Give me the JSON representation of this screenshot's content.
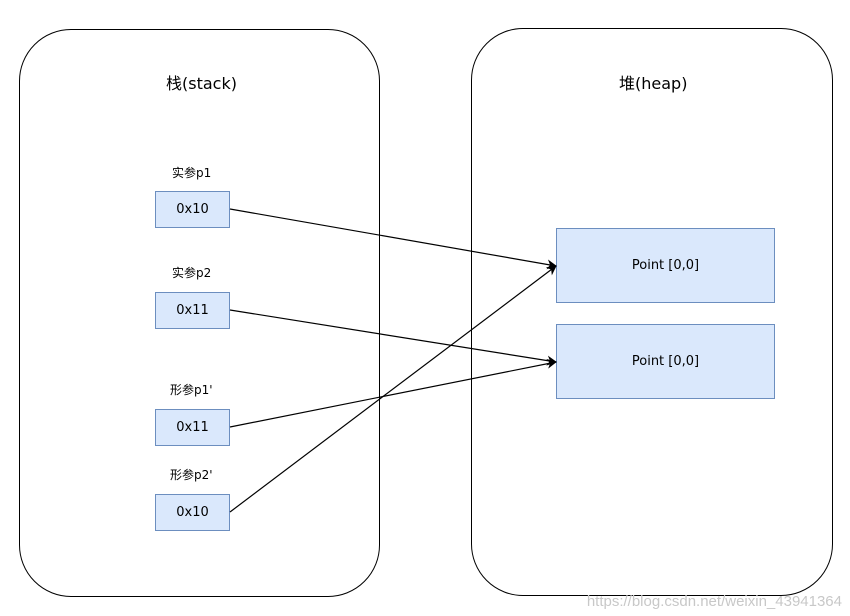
{
  "stack": {
    "title": "栈(stack)",
    "vars": [
      {
        "label": "实参p1",
        "value": "0x10"
      },
      {
        "label": "实参p2",
        "value": "0x11"
      },
      {
        "label": "形参p1'",
        "value": "0x11"
      },
      {
        "label": "形参p2'",
        "value": "0x10"
      }
    ]
  },
  "heap": {
    "title": "堆(heap)",
    "objects": [
      {
        "label": "Point [0,0]"
      },
      {
        "label": "Point [0,0]"
      }
    ]
  },
  "references": [
    {
      "from": "实参p1",
      "to_object_index": 0
    },
    {
      "from": "实参p2",
      "to_object_index": 1
    },
    {
      "from": "形参p1'",
      "to_object_index": 1
    },
    {
      "from": "形参p2'",
      "to_object_index": 0
    }
  ],
  "watermark": "https://blog.csdn.net/weixin_43941364",
  "colors": {
    "box_fill": "#dae8fc",
    "box_stroke": "#6c8ebf",
    "line": "#000000"
  }
}
